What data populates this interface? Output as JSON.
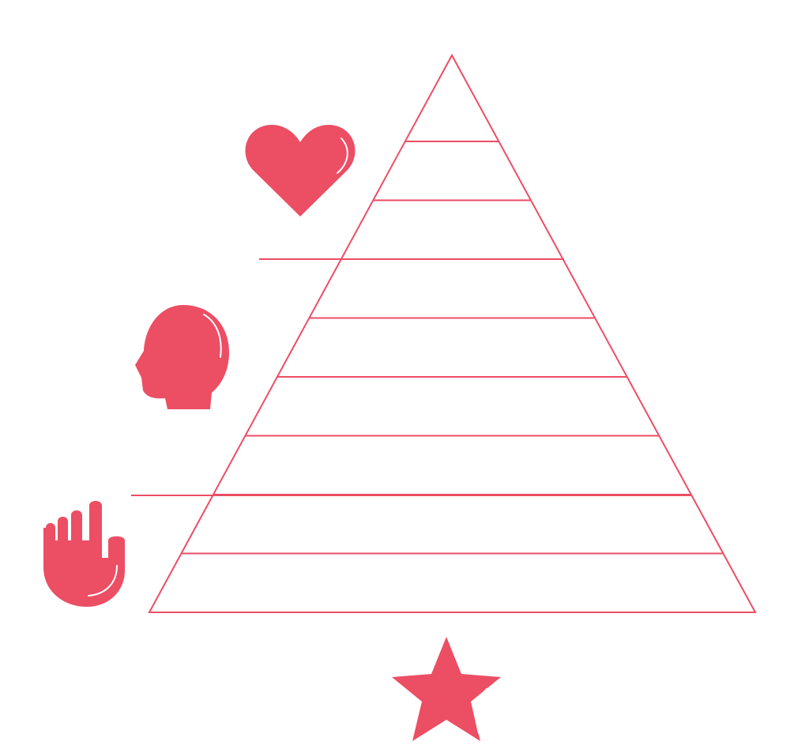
{
  "diagram": {
    "tiers": 9,
    "accent_color": "#EC4E64",
    "background_color": "#FFFFFF",
    "icons": [
      {
        "name": "heart-icon",
        "group": "top"
      },
      {
        "name": "head-icon",
        "group": "middle"
      },
      {
        "name": "hand-icon",
        "group": "bottom"
      },
      {
        "name": "star-icon",
        "group": "base"
      }
    ]
  }
}
